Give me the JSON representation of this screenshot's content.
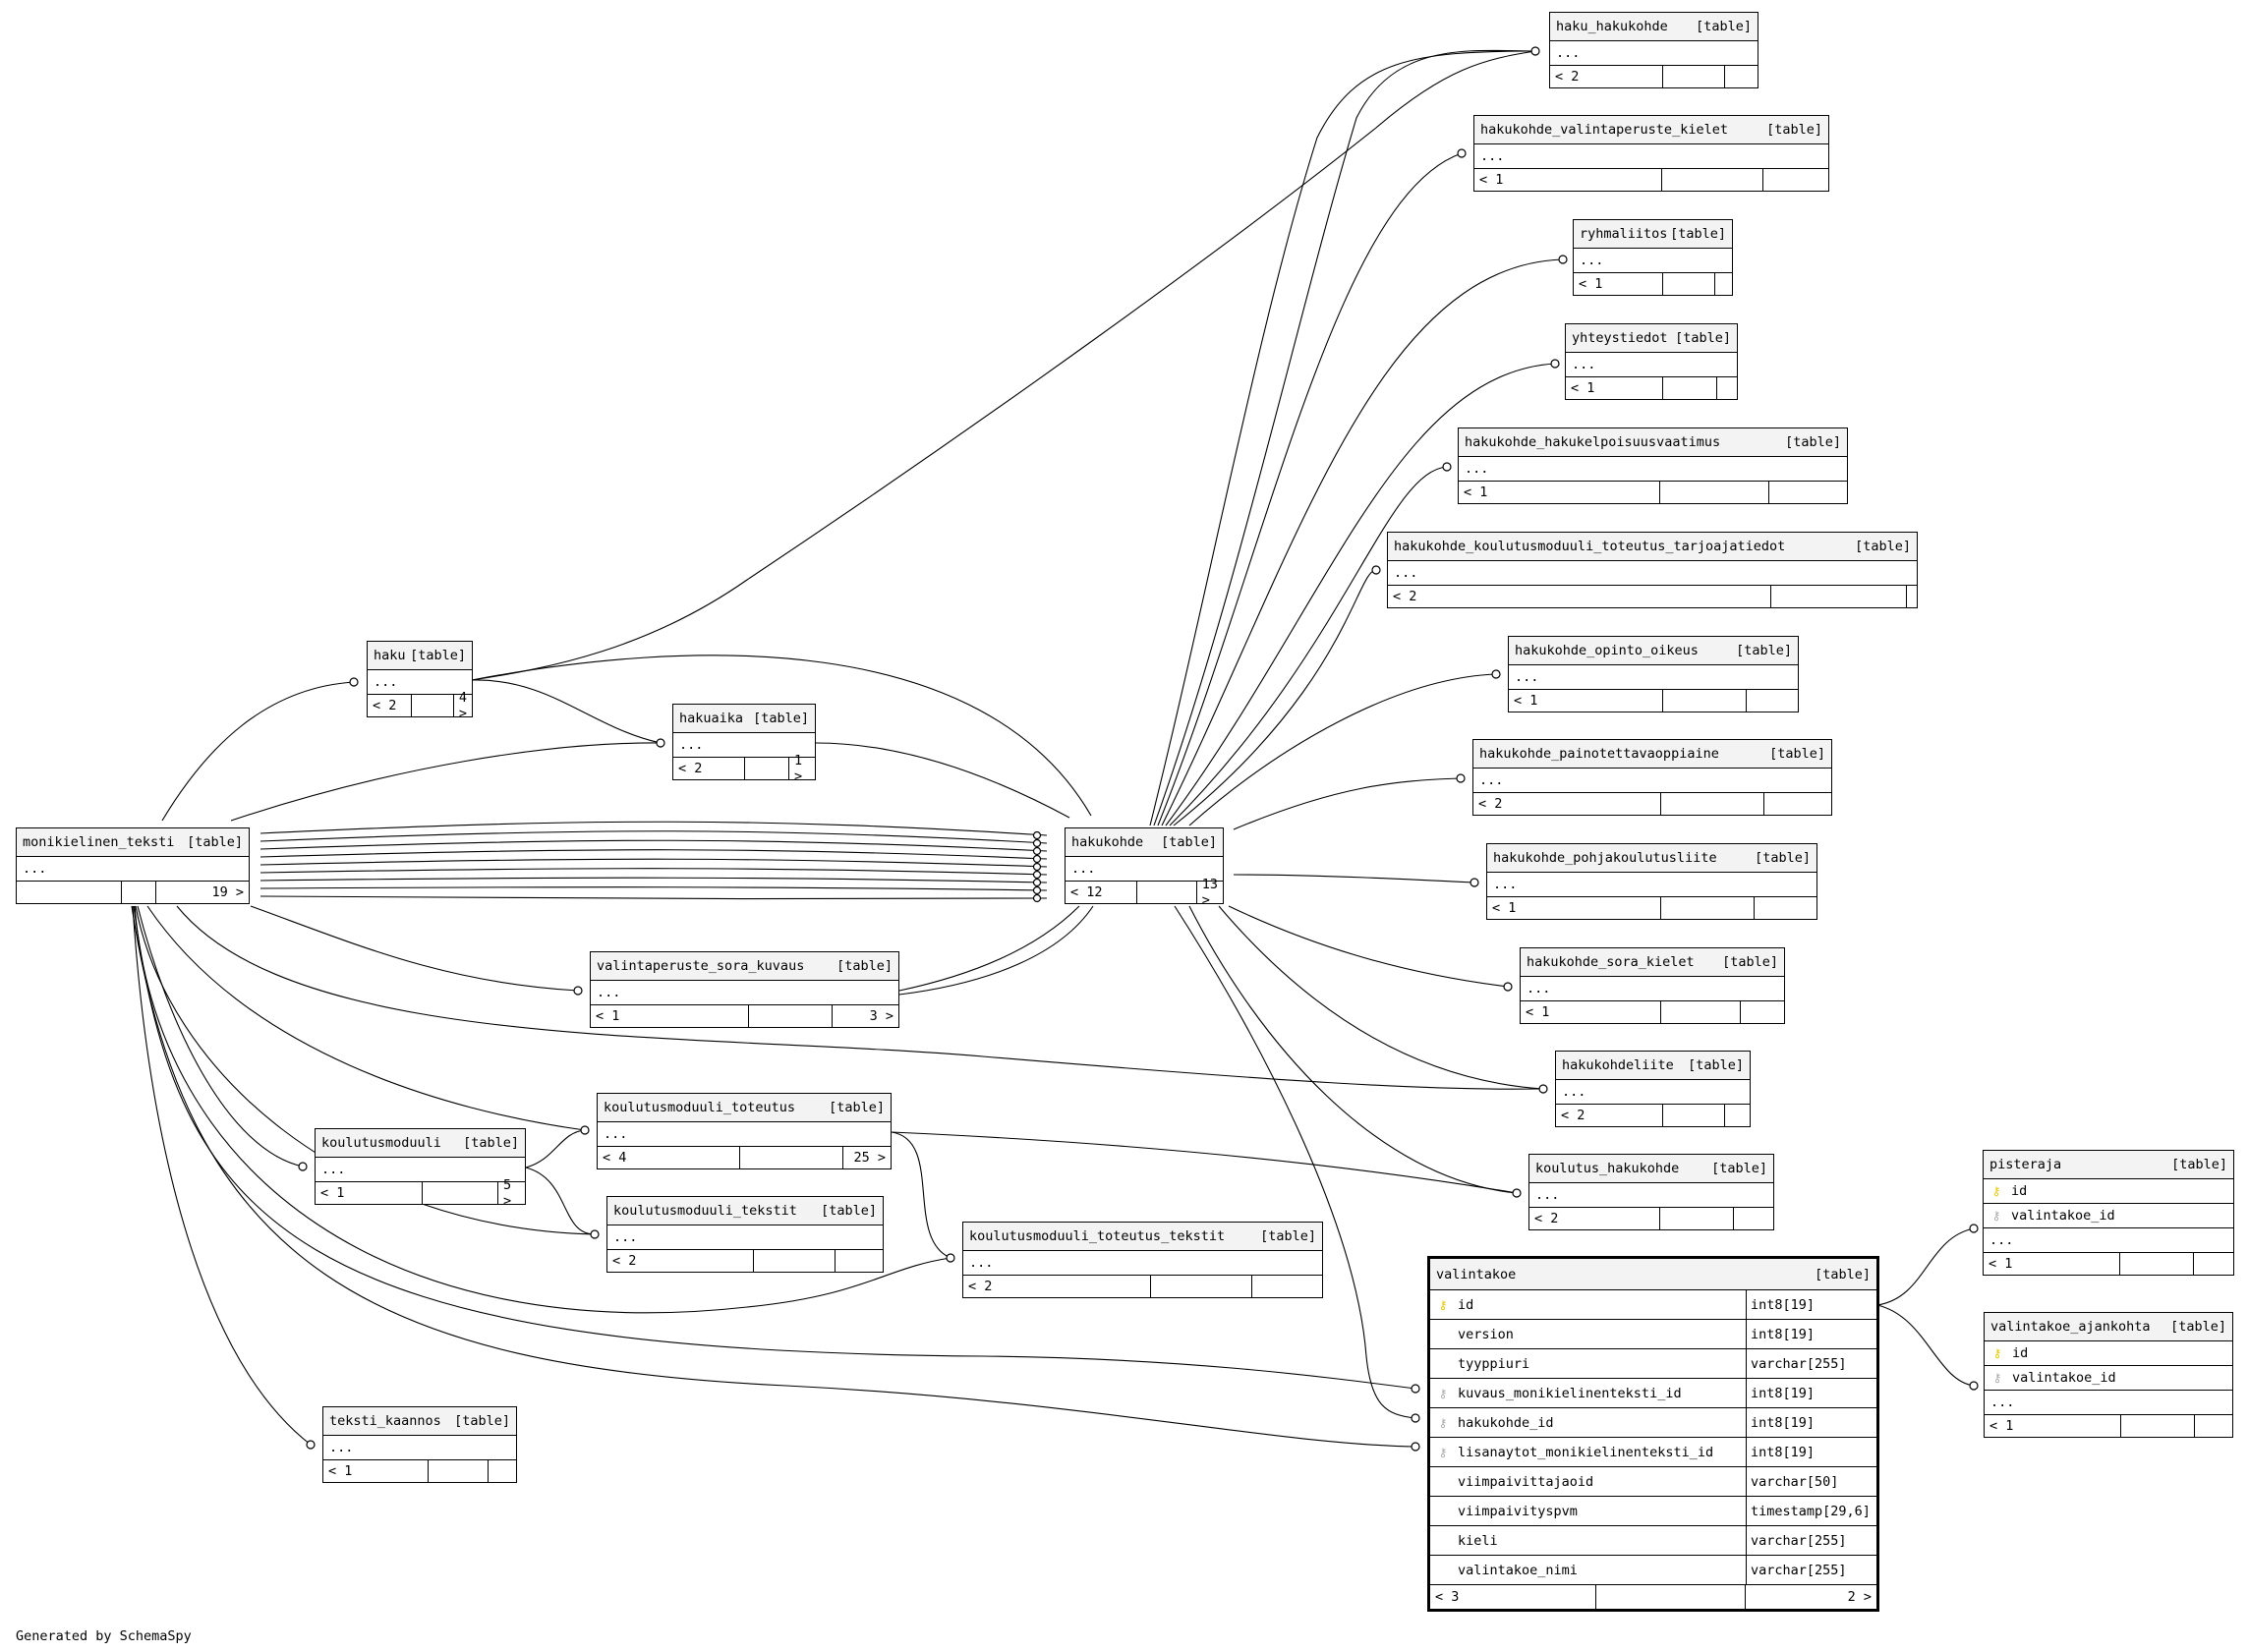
{
  "credit": "Generated by SchemaSpy",
  "tables": {
    "haku_hakukohde": {
      "name": "haku_hakukohde",
      "tag": "[table]",
      "dots": "...",
      "f1": "< 2",
      "f2": "",
      "f3": ""
    },
    "hakukohde_valintaperuste_kielet": {
      "name": "hakukohde_valintaperuste_kielet",
      "tag": "[table]",
      "dots": "...",
      "f1": "< 1",
      "f2": "",
      "f3": ""
    },
    "ryhmaliitos": {
      "name": "ryhmaliitos",
      "tag": "[table]",
      "dots": "...",
      "f1": "< 1",
      "f2": "",
      "f3": ""
    },
    "yhteystiedot": {
      "name": "yhteystiedot",
      "tag": "[table]",
      "dots": "...",
      "f1": "< 1",
      "f2": "",
      "f3": ""
    },
    "hakukohde_hakukelpoisuusvaatimus": {
      "name": "hakukohde_hakukelpoisuusvaatimus",
      "tag": "[table]",
      "dots": "...",
      "f1": "< 1",
      "f2": "",
      "f3": ""
    },
    "hakukohde_koulutusmoduuli_toteutus_tarjoajatiedot": {
      "name": "hakukohde_koulutusmoduuli_toteutus_tarjoajatiedot",
      "tag": "[table]",
      "dots": "...",
      "f1": "< 2",
      "f2": "",
      "f3": ""
    },
    "hakukohde_opinto_oikeus": {
      "name": "hakukohde_opinto_oikeus",
      "tag": "[table]",
      "dots": "...",
      "f1": "< 1",
      "f2": "",
      "f3": ""
    },
    "hakukohde_painotettavaoppiaine": {
      "name": "hakukohde_painotettavaoppiaine",
      "tag": "[table]",
      "dots": "...",
      "f1": "< 2",
      "f2": "",
      "f3": ""
    },
    "hakukohde_pohjakoulutusliite": {
      "name": "hakukohde_pohjakoulutusliite",
      "tag": "[table]",
      "dots": "...",
      "f1": "< 1",
      "f2": "",
      "f3": ""
    },
    "hakukohde_sora_kielet": {
      "name": "hakukohde_sora_kielet",
      "tag": "[table]",
      "dots": "...",
      "f1": "< 1",
      "f2": "",
      "f3": ""
    },
    "hakukohdeliite": {
      "name": "hakukohdeliite",
      "tag": "[table]",
      "dots": "...",
      "f1": "< 2",
      "f2": "",
      "f3": ""
    },
    "koulutus_hakukohde": {
      "name": "koulutus_hakukohde",
      "tag": "[table]",
      "dots": "...",
      "f1": "< 2",
      "f2": "",
      "f3": ""
    },
    "haku": {
      "name": "haku",
      "tag": "[table]",
      "dots": "...",
      "f1": "< 2",
      "f2": "",
      "f3": "4 >"
    },
    "hakuaika": {
      "name": "hakuaika",
      "tag": "[table]",
      "dots": "...",
      "f1": "< 2",
      "f2": "",
      "f3": "1 >"
    },
    "monikielinen_teksti": {
      "name": "monikielinen_teksti",
      "tag": "[table]",
      "dots": "...",
      "f1": "",
      "f2": "",
      "f3": "19 >"
    },
    "hakukohde": {
      "name": "hakukohde",
      "tag": "[table]",
      "dots": "...",
      "f1": "< 12",
      "f2": "",
      "f3": "13 >"
    },
    "valintaperuste_sora_kuvaus": {
      "name": "valintaperuste_sora_kuvaus",
      "tag": "[table]",
      "dots": "...",
      "f1": "< 1",
      "f2": "",
      "f3": "3 >"
    },
    "koulutusmoduuli_toteutus": {
      "name": "koulutusmoduuli_toteutus",
      "tag": "[table]",
      "dots": "...",
      "f1": "< 4",
      "f2": "",
      "f3": "25 >"
    },
    "koulutusmoduuli": {
      "name": "koulutusmoduuli",
      "tag": "[table]",
      "dots": "...",
      "f1": "< 1",
      "f2": "",
      "f3": "5 >"
    },
    "koulutusmoduuli_tekstit": {
      "name": "koulutusmoduuli_tekstit",
      "tag": "[table]",
      "dots": "...",
      "f1": "< 2",
      "f2": "",
      "f3": ""
    },
    "koulutusmoduuli_toteutus_tekstit": {
      "name": "koulutusmoduuli_toteutus_tekstit",
      "tag": "[table]",
      "dots": "...",
      "f1": "< 2",
      "f2": "",
      "f3": ""
    },
    "teksti_kaannos": {
      "name": "teksti_kaannos",
      "tag": "[table]",
      "dots": "...",
      "f1": "< 1",
      "f2": "",
      "f3": ""
    },
    "pisteraja": {
      "name": "pisteraja",
      "tag": "[table]",
      "cols": [
        {
          "name": "id",
          "key": "pk"
        },
        {
          "name": "valintakoe_id",
          "key": "fk"
        }
      ],
      "dots": "...",
      "f1": "< 1",
      "f2": "",
      "f3": ""
    },
    "valintakoe_ajankohta": {
      "name": "valintakoe_ajankohta",
      "tag": "[table]",
      "cols": [
        {
          "name": "id",
          "key": "pk"
        },
        {
          "name": "valintakoe_id",
          "key": "fk"
        }
      ],
      "dots": "...",
      "f1": "< 1",
      "f2": "",
      "f3": ""
    },
    "valintakoe": {
      "name": "valintakoe",
      "tag": "[table]",
      "columns": [
        {
          "name": "id",
          "type": "int8[19]",
          "key": "pk"
        },
        {
          "name": "version",
          "type": "int8[19]",
          "key": ""
        },
        {
          "name": "tyyppiuri",
          "type": "varchar[255]",
          "key": ""
        },
        {
          "name": "kuvaus_monikielinenteksti_id",
          "type": "int8[19]",
          "key": "fk"
        },
        {
          "name": "hakukohde_id",
          "type": "int8[19]",
          "key": "fk"
        },
        {
          "name": "lisanaytot_monikielinenteksti_id",
          "type": "int8[19]",
          "key": "fk"
        },
        {
          "name": "viimpaivittajaoid",
          "type": "varchar[50]",
          "key": ""
        },
        {
          "name": "viimpaivityspvm",
          "type": "timestamp[29,6]",
          "key": ""
        },
        {
          "name": "kieli",
          "type": "varchar[255]",
          "key": ""
        },
        {
          "name": "valintakoe_nimi",
          "type": "varchar[255]",
          "key": ""
        }
      ],
      "f1": "< 3",
      "f2": "",
      "f3": "2 >"
    }
  }
}
